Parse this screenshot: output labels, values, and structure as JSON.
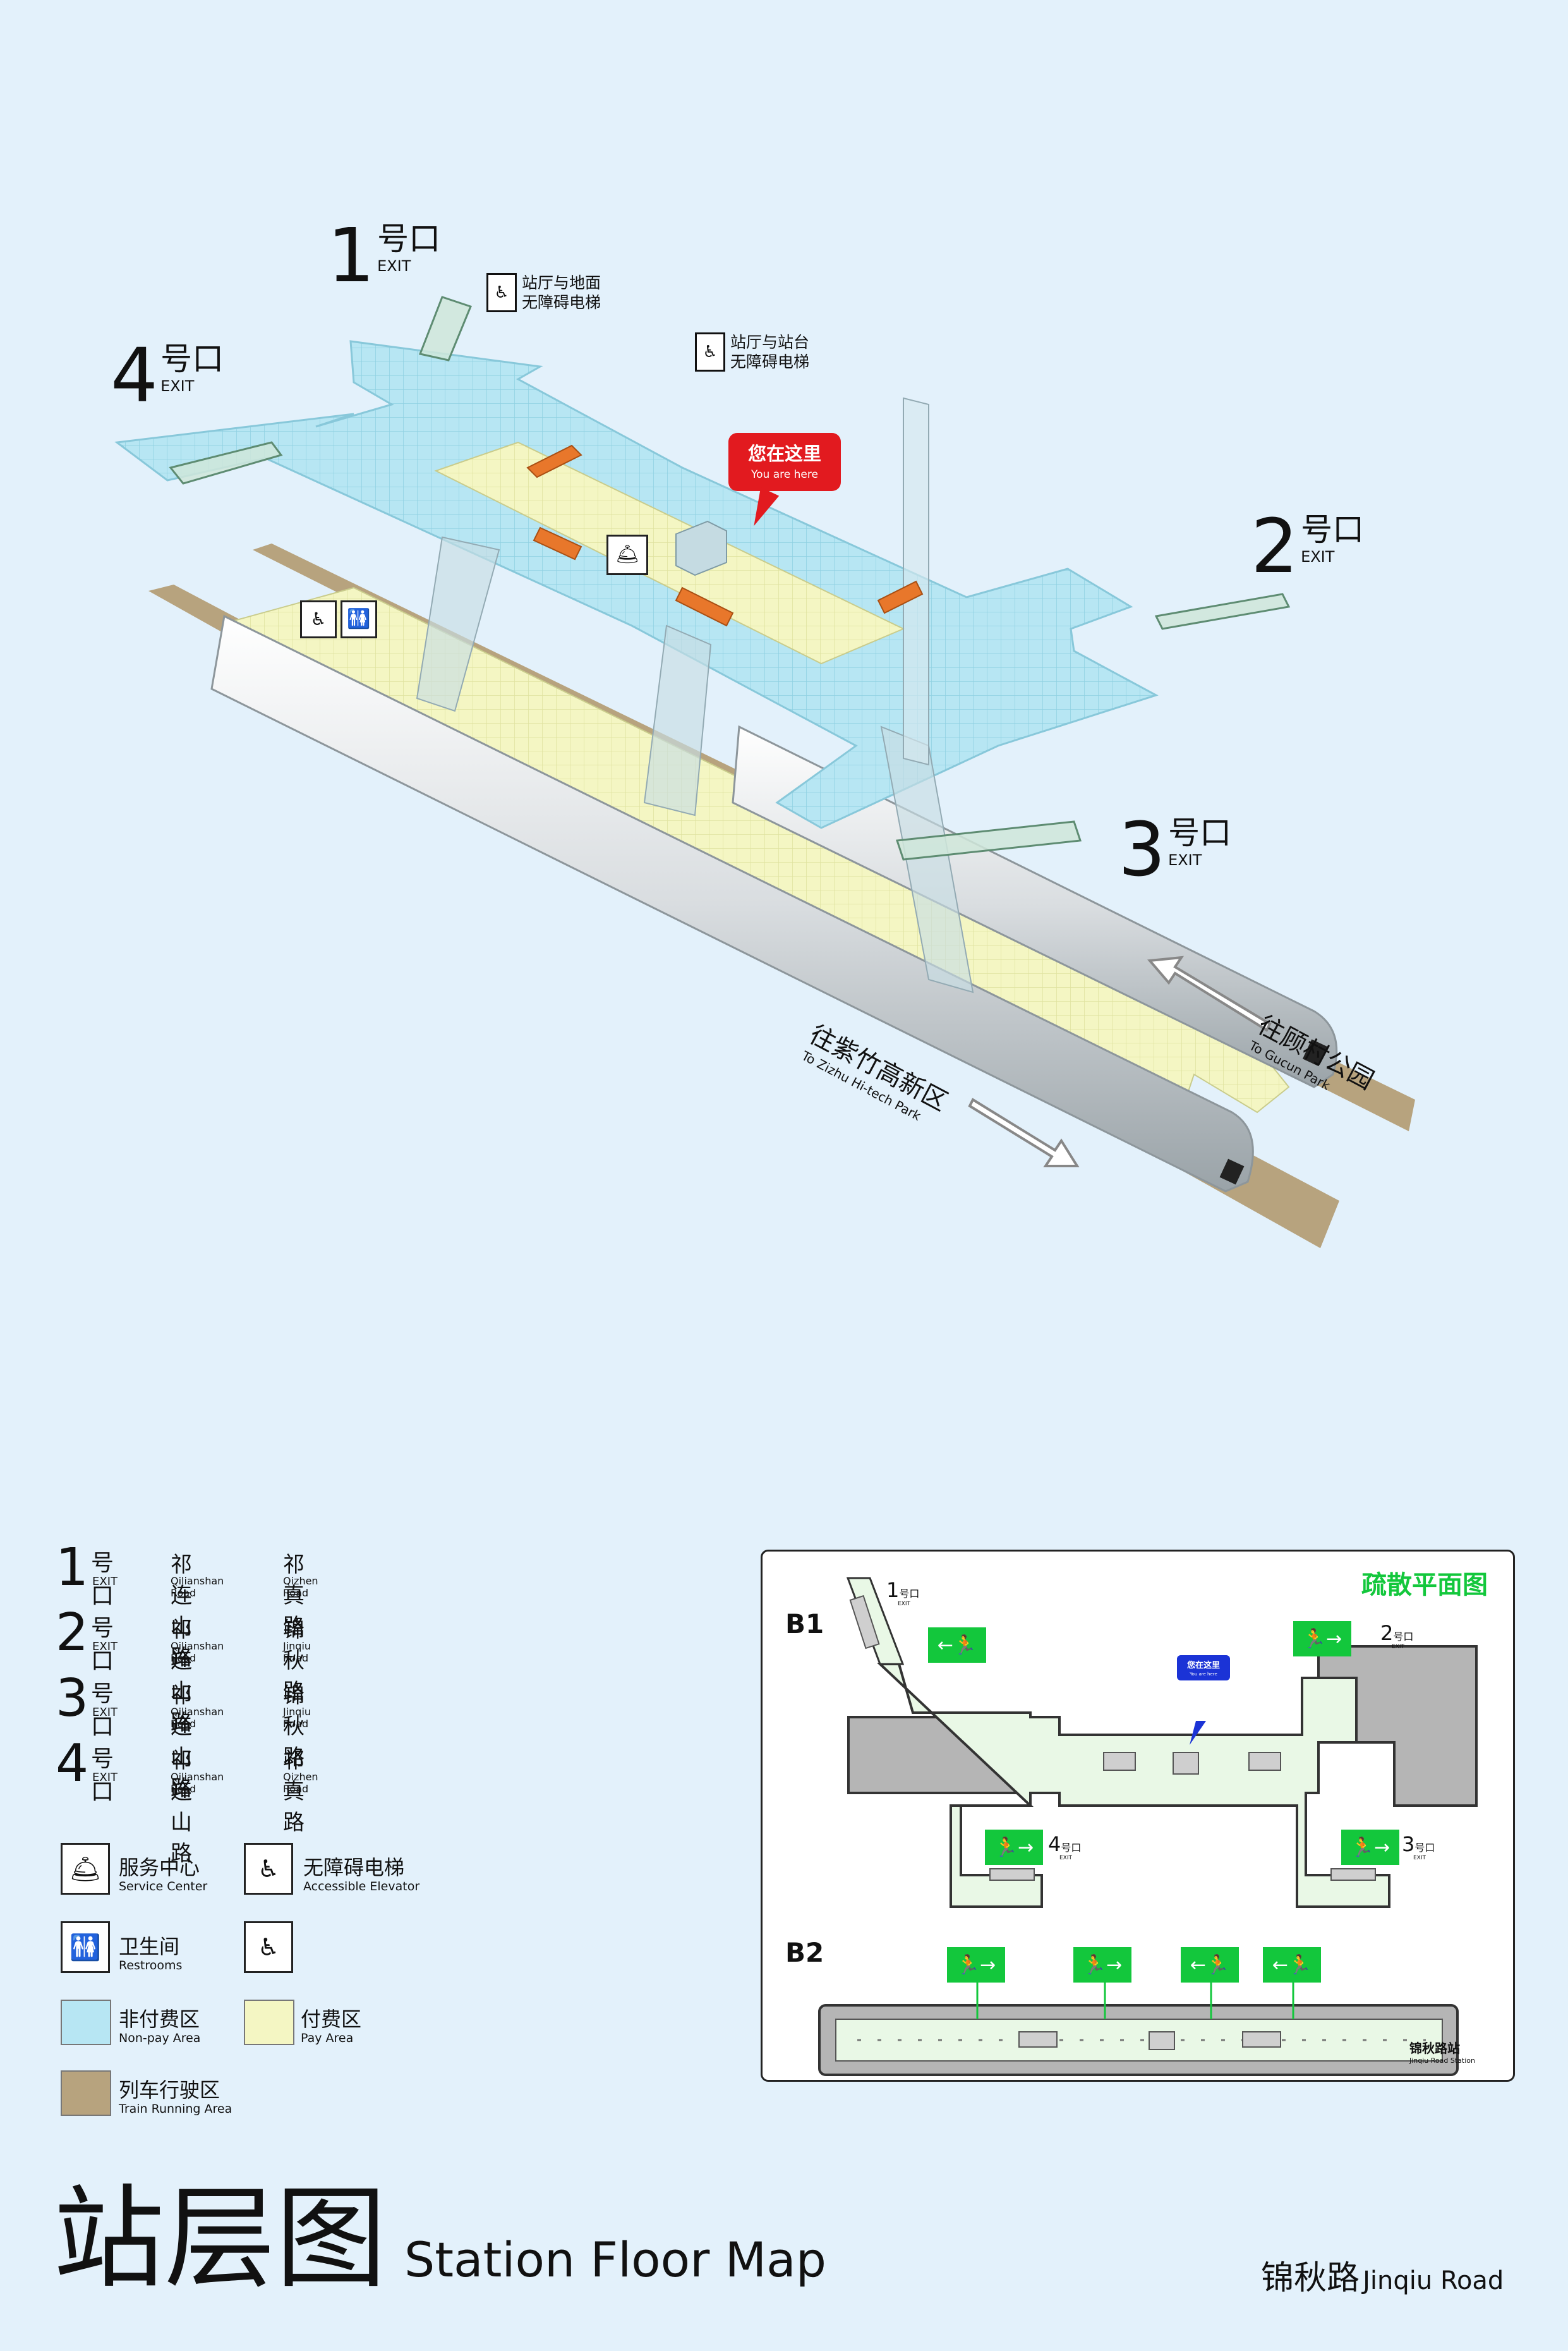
{
  "exits_3d": [
    {
      "num": "1",
      "hk": "号口",
      "ex": "EXIT"
    },
    {
      "num": "4",
      "hk": "号口",
      "ex": "EXIT"
    },
    {
      "num": "2",
      "hk": "号口",
      "ex": "EXIT"
    },
    {
      "num": "3",
      "hk": "号口",
      "ex": "EXIT"
    }
  ],
  "elevator_tags": [
    {
      "line1": "站厅与地面",
      "line2": "无障碍电梯"
    },
    {
      "line1": "站厅与站台",
      "line2": "无障碍电梯"
    }
  ],
  "you_are_here": {
    "cn": "您在这里",
    "en": "You are here"
  },
  "directions": [
    {
      "cn": "往顾村公园",
      "en": "To Gucun Park"
    },
    {
      "cn": "往紫竹高新区",
      "en": "To Zizhu Hi-tech Park"
    }
  ],
  "exit_list": [
    {
      "num": "1",
      "hk": "号口",
      "ex": "EXIT",
      "road1": "祁连山路",
      "road1_en": "Qilianshan Road",
      "road2": "祁真路",
      "road2_en": "Qizhen Road"
    },
    {
      "num": "2",
      "hk": "号口",
      "ex": "EXIT",
      "road1": "祁连山路",
      "road1_en": "Qilianshan Road",
      "road2": "锦秋路",
      "road2_en": "Jinqiu Road"
    },
    {
      "num": "3",
      "hk": "号口",
      "ex": "EXIT",
      "road1": "祁连山路",
      "road1_en": "Qilianshan Road",
      "road2": "锦秋路",
      "road2_en": "Jinqiu Road"
    },
    {
      "num": "4",
      "hk": "号口",
      "ex": "EXIT",
      "road1": "祁连山路",
      "road1_en": "Qilianshan Road",
      "road2": "祁真路",
      "road2_en": "Qizhen Road"
    }
  ],
  "legend": {
    "service": {
      "cn": "服务中心",
      "en": "Service Center"
    },
    "elevator": {
      "cn": "无障碍电梯",
      "en": "Accessible Elevator"
    },
    "restroom": {
      "cn": "卫生间",
      "en": "Restrooms"
    },
    "nonpay": {
      "cn": "非付费区",
      "en": "Non-pay Area",
      "color": "#b7e6f3"
    },
    "pay": {
      "cn": "付费区",
      "en": "Pay Area",
      "color": "#f4f6c3"
    },
    "train": {
      "cn": "列车行驶区",
      "en": "Train Running Area",
      "color": "#b7a37e"
    }
  },
  "evac": {
    "title": "疏散平面图",
    "b1": "B1",
    "b2": "B2",
    "exits": [
      {
        "num": "1",
        "hk": "号口",
        "ex": "EXIT"
      },
      {
        "num": "2",
        "hk": "号口",
        "ex": "EXIT"
      },
      {
        "num": "4",
        "hk": "号口",
        "ex": "EXIT"
      },
      {
        "num": "3",
        "hk": "号口",
        "ex": "EXIT"
      }
    ],
    "pin_cn": "您在这里",
    "pin_en": "You are here",
    "station_cn": "锦秋路站",
    "station_en": "Jinqiu Road Station"
  },
  "footer": {
    "title_cn": "站层图",
    "title_en": "Station Floor Map",
    "station_cn": "锦秋路",
    "station_en": "Jinqiu Road"
  },
  "colors": {
    "background": "#e3f1fb",
    "nonpay": "#b7e6f3",
    "pay": "#f4f6c3",
    "track": "#b7a37e",
    "pin": "#e21a1f",
    "evac_green": "#13c73c",
    "evac_pin": "#1b33d6"
  }
}
